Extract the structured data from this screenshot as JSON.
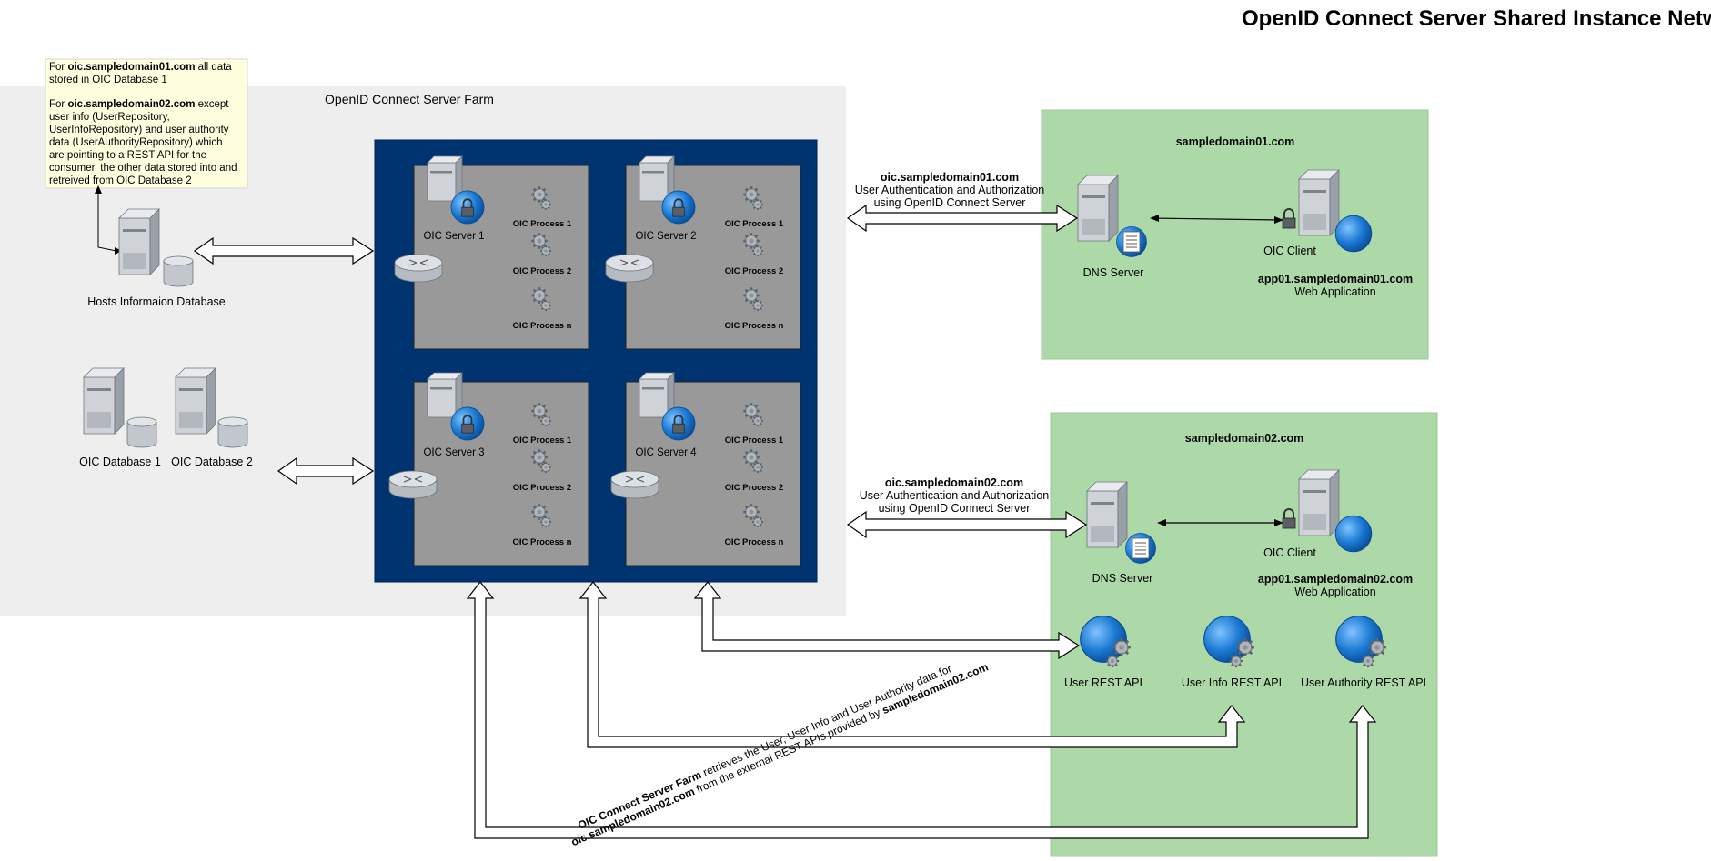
{
  "title": "OpenID Connect Server Shared Instance Network Architecture",
  "note": {
    "line1_bold": "oic.sampledomain01.com",
    "line1_pre": "For ",
    "line1_post": " all data",
    "line2": "stored in OIC Database 1",
    "line3_pre": "For ",
    "line3_bold": "oic.sampledomain02.com",
    "line3_post": " except",
    "line4": "user info (UserRepository,",
    "line5": "UserInfoRepository) and user authority",
    "line6": "data (UserAuthorityRepository) which",
    "line7": "are pointing to a REST API for the",
    "line8": "consumer, the other data stored into and",
    "line9": "retreived from OIC Database 2"
  },
  "farm": {
    "label": "OpenID Connect Server Farm",
    "servers": [
      {
        "name": "OIC Server 1",
        "processes": [
          "OIC Process 1",
          "OIC Process 2",
          "OIC Process n"
        ]
      },
      {
        "name": "OIC Server 2",
        "processes": [
          "OIC Process 1",
          "OIC Process 2",
          "OIC Process n"
        ]
      },
      {
        "name": "OIC Server 3",
        "processes": [
          "OIC Process 1",
          "OIC Process 2",
          "OIC Process n"
        ]
      },
      {
        "name": "OIC Server 4",
        "processes": [
          "OIC Process 1",
          "OIC Process 2",
          "OIC Process n"
        ]
      }
    ]
  },
  "databases": {
    "hosts": "Hosts Informaion Database",
    "db1": "OIC Database 1",
    "db2": "OIC Database 2"
  },
  "domain1": {
    "name": "sampledomain01.com",
    "conn_bold": "oic.sampledomain01.com",
    "conn_line2": "User Authentication and Authorization",
    "conn_line3": "using OpenID Connect Server",
    "dns": "DNS Server",
    "client": "OIC Client",
    "app_bold": "app01.sampledomain01.com",
    "app_sub": "Web Application"
  },
  "domain2": {
    "name": "sampledomain02.com",
    "conn_bold": "oic.sampledomain02.com",
    "conn_line2": "User Authentication and Authorization",
    "conn_line3": "using OpenID Connect Server",
    "dns": "DNS Server",
    "client": "OIC Client",
    "app_bold": "app01.sampledomain02.com",
    "app_sub": "Web Application",
    "apis": [
      "User REST API",
      "User Info REST API",
      "User Authority REST API"
    ]
  },
  "rest_note": {
    "bold1": "OIC Connect Server Farm",
    "text1": " retrieves the User, User Info and User Authority data for",
    "bold2": "oic.sampledomain02.com",
    "text2": " from the external REST APIs provided by ",
    "bold3": "sampledomain02.com"
  },
  "colors": {
    "farm_bg": "#eeeeee",
    "farm_panel": "#003471",
    "server_box": "#999999",
    "domain_bg": "#add8a8",
    "note_bg": "#ffffe0"
  }
}
